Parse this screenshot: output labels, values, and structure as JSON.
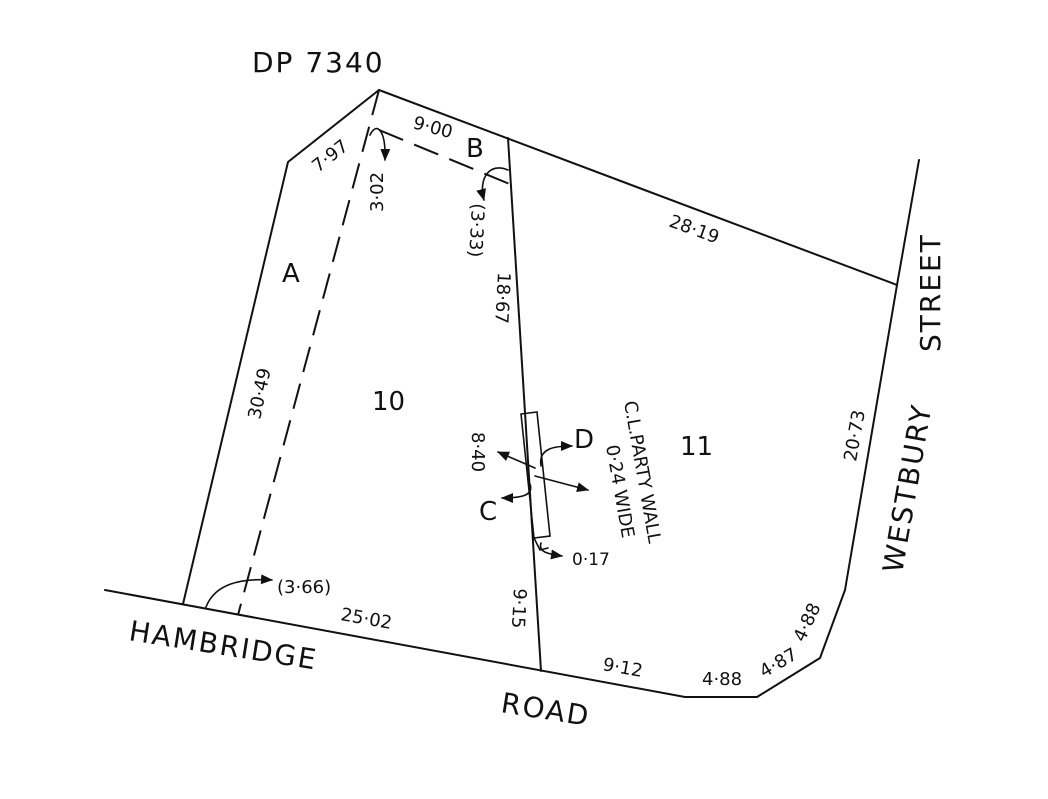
{
  "plan": {
    "deposited_plan": "DP 7340",
    "streets": {
      "hambridge": "HAMBRIDGE",
      "road": "ROAD",
      "westbury": "WESTBURY",
      "street": "STREET"
    },
    "lots": {
      "lot_10": "10",
      "lot_11": "11"
    },
    "points": {
      "a": "A",
      "b": "B",
      "c": "C",
      "d": "D"
    },
    "dimensions": {
      "top_left_short": "7·97",
      "top_offset": "3·02",
      "top_middle": "9·00",
      "right_offset": "(3·33)",
      "top_right": "28·19",
      "lot_boundary_upper": "18·67",
      "west_side": "30·49",
      "wall_offset": "8·40",
      "wall_end": "0·17",
      "lot_boundary_lower": "9·15",
      "road_offset": "(3·66)",
      "road_left": "25·02",
      "road_right": "9·12",
      "corner_1": "4·88",
      "corner_2": "4·87",
      "corner_3": "4·88",
      "east_side": "20·73"
    },
    "party_wall": {
      "line1": "C.L.PARTY WALL",
      "line2": "0·24 WIDE"
    }
  }
}
